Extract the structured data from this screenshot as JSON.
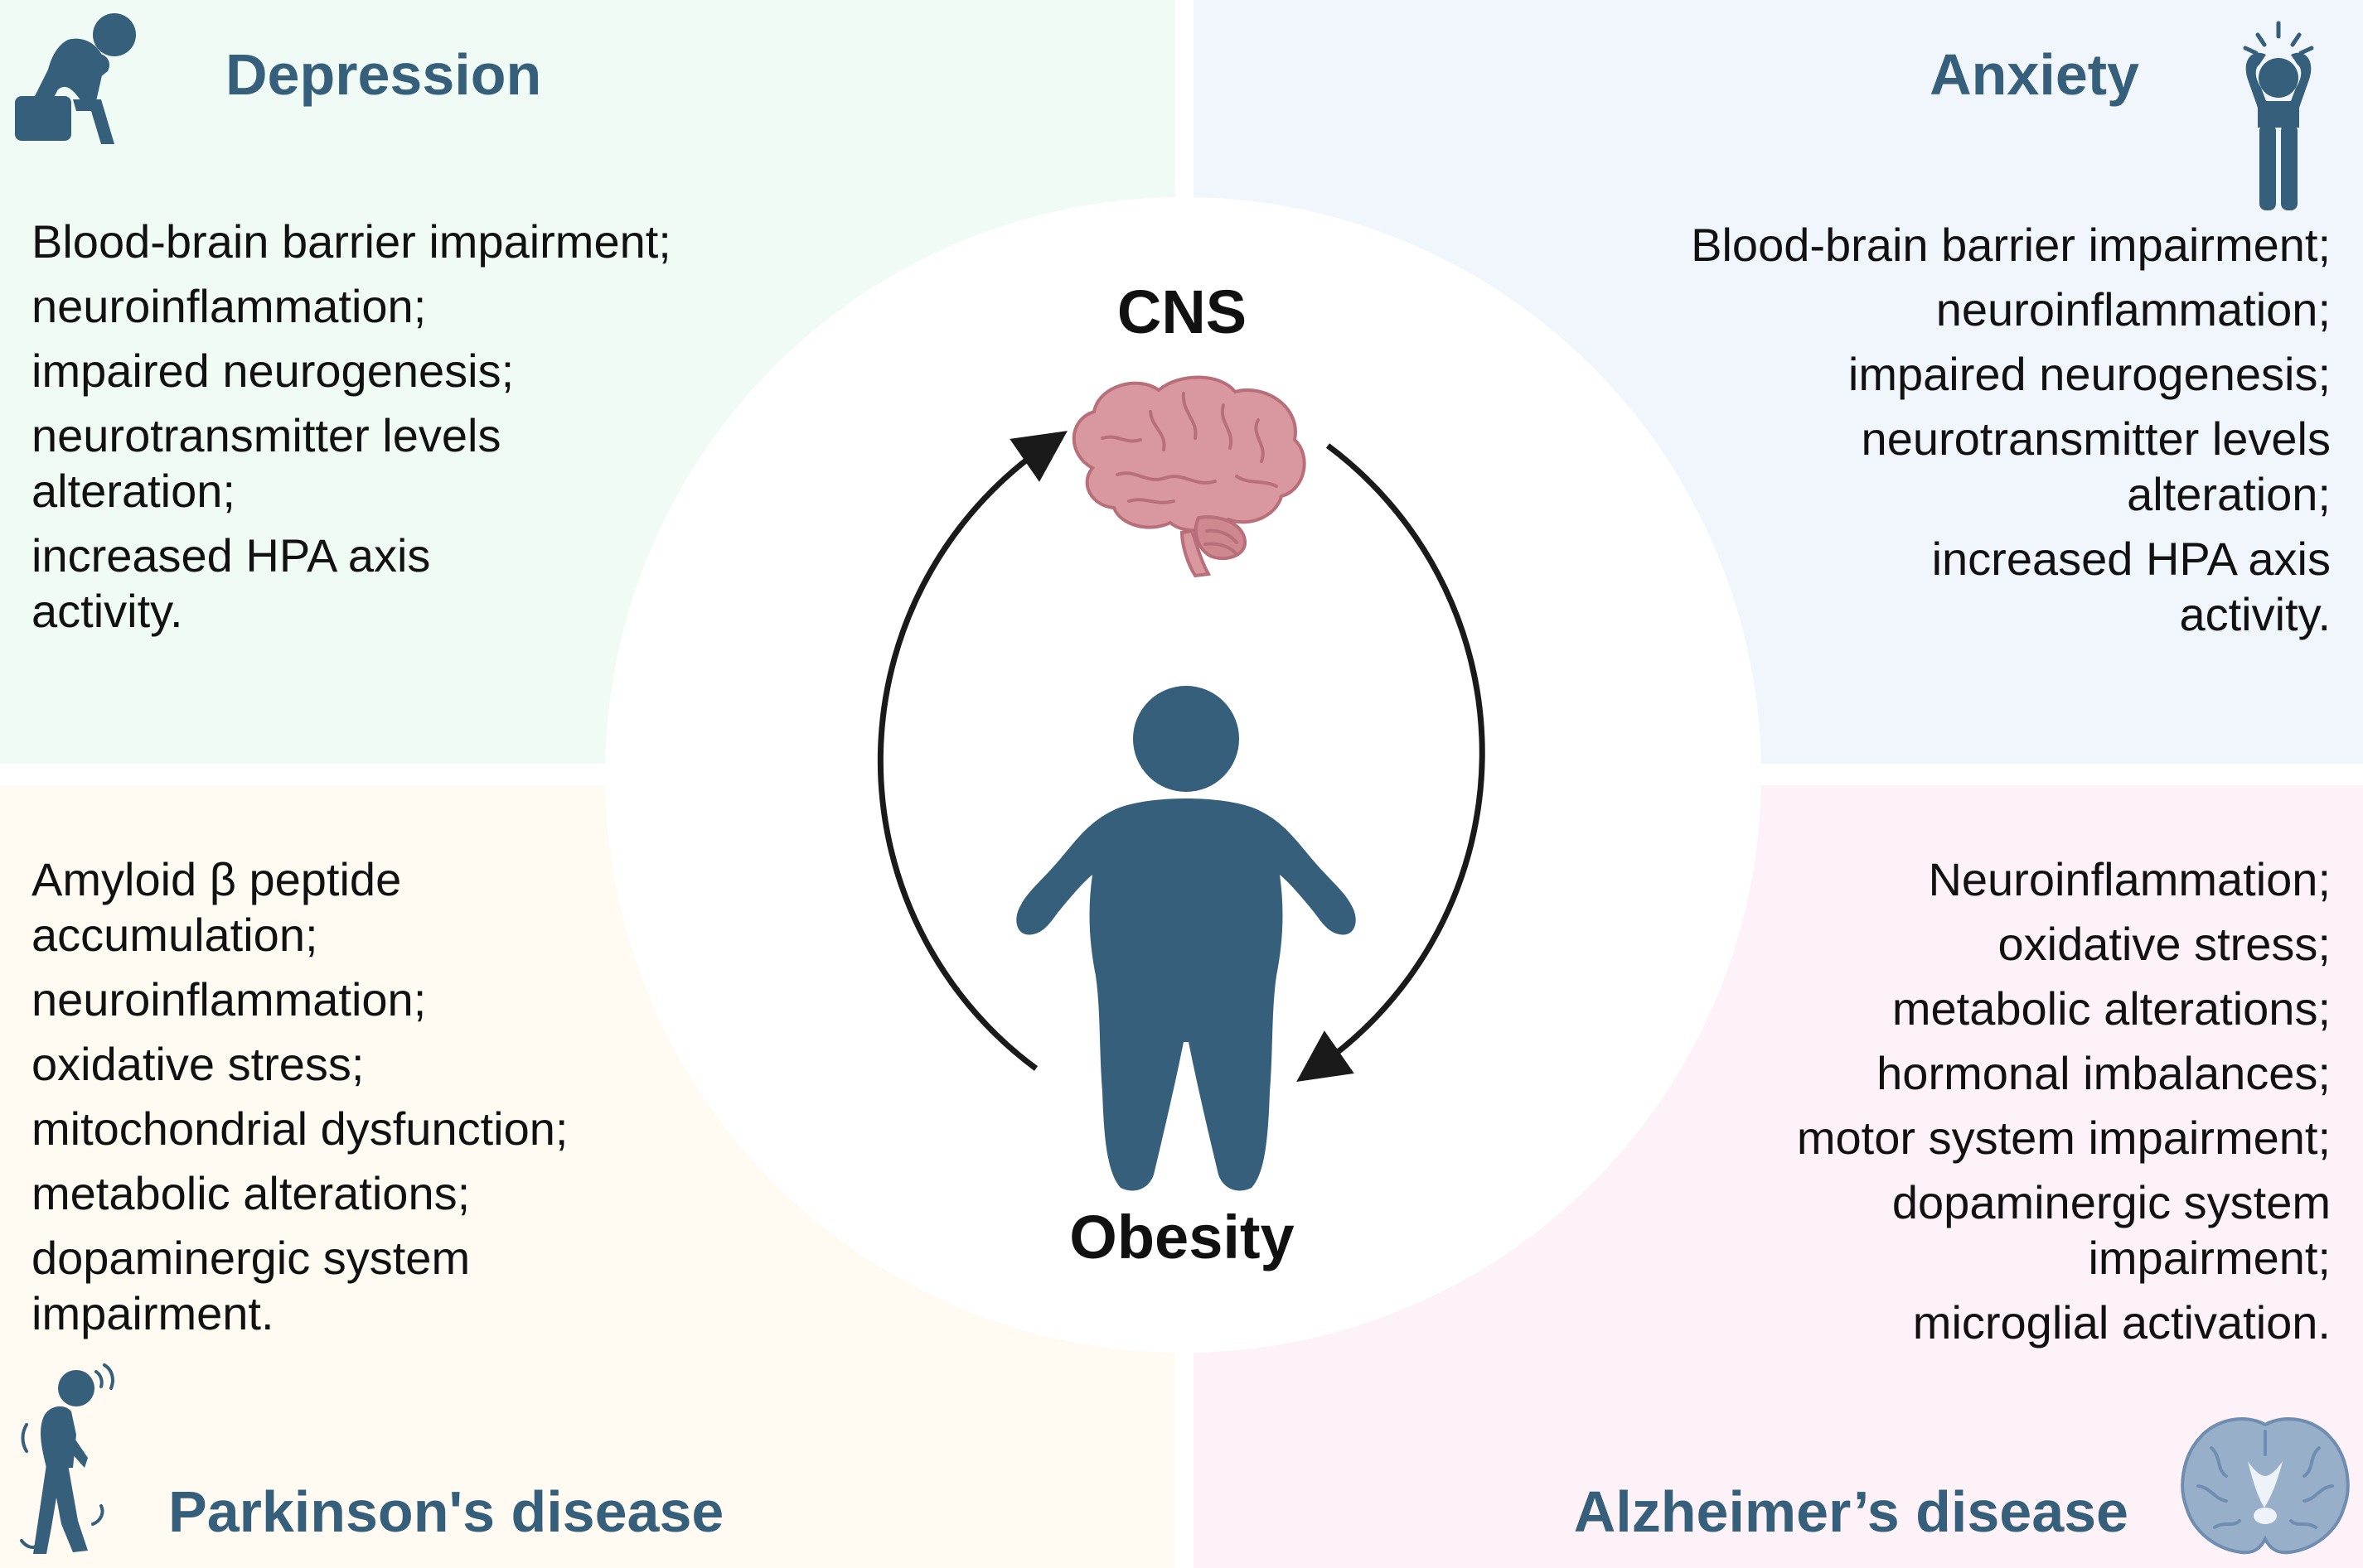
{
  "center": {
    "top_label": "CNS",
    "bottom_label": "Obesity"
  },
  "quadrants": {
    "depression": {
      "title": "Depression",
      "items": [
        "Blood-brain barrier impairment;",
        "neuroinflammation;",
        "impaired neurogenesis;",
        "neurotransmitter levels alteration;",
        "increased HPA axis activity."
      ]
    },
    "anxiety": {
      "title": "Anxiety",
      "items": [
        "Blood-brain barrier impairment;",
        "neuroinflammation;",
        "impaired neurogenesis;",
        "neurotransmitter levels alteration;",
        "increased HPA axis activity."
      ]
    },
    "parkinsons": {
      "title": "Parkinson's disease",
      "items": [
        "Amyloid β peptide accumulation;",
        "neuroinflammation;",
        "oxidative stress;",
        "mitochondrial dysfunction;",
        "metabolic alterations;",
        "dopaminergic system impairment."
      ]
    },
    "alzheimers": {
      "title": "Alzheimer’s disease",
      "items": [
        "Neuroinflammation;",
        "oxidative stress;",
        "metabolic alterations;",
        "hormonal imbalances;",
        "motor system impairment;",
        "dopaminergic system impairment;",
        "microglial activation."
      ]
    }
  },
  "colors": {
    "icon": "#355f7a",
    "title": "#355f7a",
    "brain": "#d9979f",
    "brain_section": "#98afca",
    "arrow": "#1a1a1a"
  },
  "icons": {
    "depression": "sad-person-icon",
    "anxiety": "anxious-person-icon",
    "parkinsons": "trembling-person-icon",
    "alzheimers": "brain-section-icon",
    "cns": "brain-icon",
    "obesity": "obese-person-icon"
  }
}
